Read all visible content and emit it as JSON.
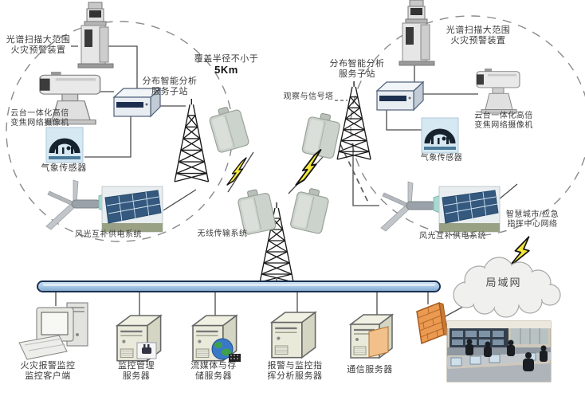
{
  "left_station": {
    "fire_device_label": "光谱扫描大范围\n火灾预警装置",
    "substation_label": "分布智能分析\n服务子站",
    "camera_label": "云台一体化高倍\n变焦网络摄像机",
    "weather_label": "气象传感器",
    "power_label": "风光互补供电系统"
  },
  "right_station": {
    "fire_device_label": "光谱扫描大范围\n火灾预警装置",
    "substation_label": "分布智能分析\n服务子站",
    "camera_label": "云台一体化高倍\n变焦网络摄像机",
    "weather_label": "气象传感器",
    "power_label": "风光互补供电系统"
  },
  "center": {
    "coverage_line1": "覆盖半径不小于",
    "coverage_line2": "5Km",
    "observe_tower_label": "观察与信号塔",
    "wireless_label": "无线传输系统"
  },
  "network": {
    "lan_label": "局域网",
    "smart_city_label": "智慧城市/应急\n指挥中心网络"
  },
  "control_center": {
    "client_label": "火灾报警监控\n监控客户端",
    "servers": [
      {
        "label": "监控管理\n服务器"
      },
      {
        "label": "流媒体与存\n储服务器"
      },
      {
        "label": "报警与监控指\n挥分析服务器"
      },
      {
        "label": "通信服务器"
      }
    ]
  },
  "colors": {
    "bus_bar": "#9cc0e0",
    "lightning": "#f4e73a",
    "firewall": "#eb9a52",
    "solar_panel": "#35597e",
    "label_text": "#3d3d3d"
  }
}
